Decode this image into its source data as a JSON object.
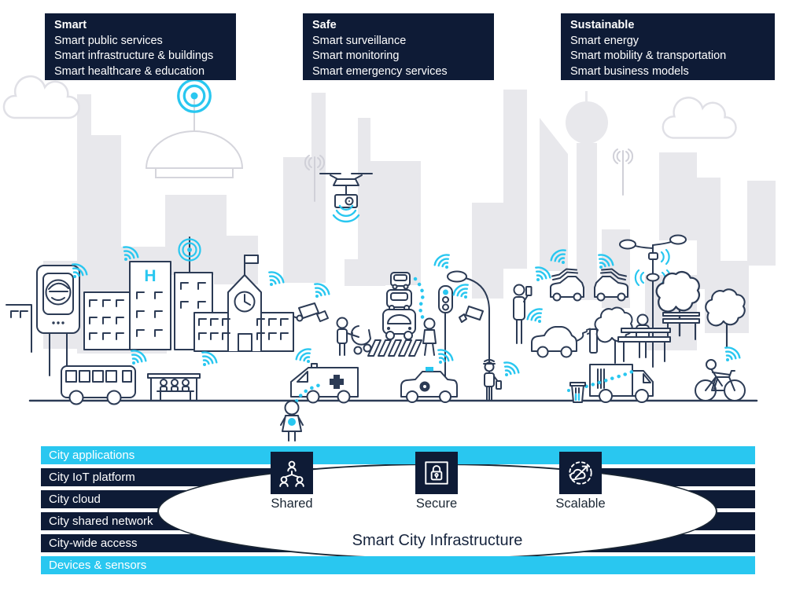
{
  "colors": {
    "accent_cyan": "#29C7F0",
    "navy": "#0E1B36",
    "skyline_gray": "#E8E8EC",
    "line_art": "#2C3B55",
    "background": "#FFFFFF"
  },
  "top_boxes": [
    {
      "title": "Smart",
      "items": [
        "Smart public services",
        "Smart infrastructure & buildings",
        "Smart healthcare & education"
      ]
    },
    {
      "title": "Safe",
      "items": [
        "Smart surveillance",
        "Smart monitoring",
        "Smart emergency services"
      ]
    },
    {
      "title": "Sustainable",
      "items": [
        "Smart energy",
        "Smart mobility & transportation",
        "Smart business models"
      ]
    }
  ],
  "stack_layers": [
    {
      "label": "City applications",
      "style": "cyan"
    },
    {
      "label": "City IoT platform",
      "style": "navy"
    },
    {
      "label": "City cloud",
      "style": "navy"
    },
    {
      "label": "City shared network",
      "style": "navy"
    },
    {
      "label": "City-wide access",
      "style": "navy"
    },
    {
      "label": "Devices & sensors",
      "style": "cyan"
    }
  ],
  "infrastructure": {
    "title": "Smart City Infrastructure",
    "pillars": [
      {
        "label": "Shared",
        "icon": "people-network-icon"
      },
      {
        "label": "Secure",
        "icon": "padlock-icon"
      },
      {
        "label": "Scalable",
        "icon": "cloud-scale-icon"
      }
    ]
  },
  "scene": {
    "hospital_sign": "H",
    "elements": [
      "city-skyline",
      "clouds",
      "radio-beacon",
      "smart-kiosk",
      "hospital",
      "antenna-building",
      "school",
      "surveillance-camera",
      "drone",
      "bus",
      "bus-stop",
      "traffic-queue",
      "crosswalk",
      "stroller-person",
      "pedestrian",
      "traffic-light",
      "street-lamp",
      "ambulance",
      "patient",
      "police-car",
      "police-officer",
      "selfie-person",
      "connected-cars",
      "ev-charging-car",
      "smart-lamp-post",
      "trees",
      "benches",
      "waste-truck",
      "trash-bin",
      "cyclist",
      "road"
    ]
  }
}
